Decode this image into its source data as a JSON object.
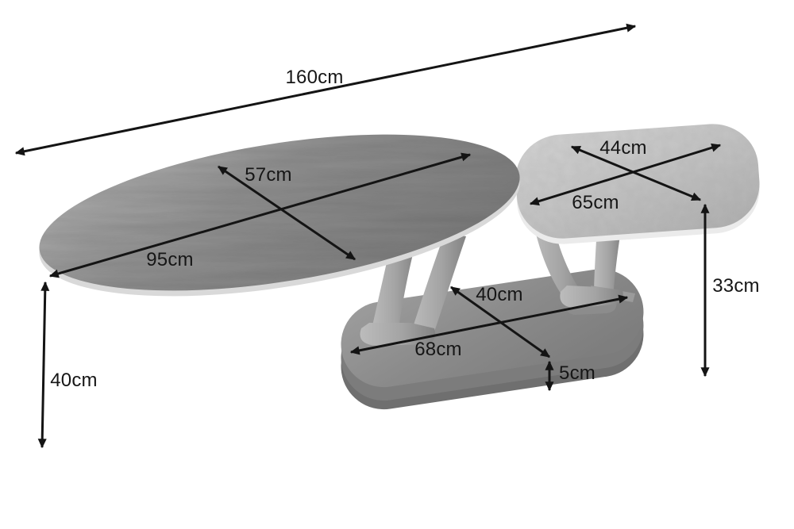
{
  "diagram": {
    "description": "dimension diagram of a two-top swivel coffee table on a shared oval base",
    "background_color": "#ffffff",
    "arrow_color": "#141414",
    "text_color": "#161616",
    "units": "cm",
    "dimensions": {
      "overall_length": "160cm",
      "large_top_depth": "57cm",
      "large_top_length": "95cm",
      "small_top_depth": "44cm",
      "small_top_length": "65cm",
      "small_top_height": "33cm",
      "base_depth": "40cm",
      "base_length": "68cm",
      "base_thickness": "5cm",
      "large_top_height": "40cm"
    },
    "part_colors": {
      "large_top": "#8d8d8d",
      "large_top_rim": "#d9d9d9",
      "small_top": "#c4c4c4",
      "small_top_rim": "#ebebeb",
      "base": "#898989",
      "legs": "#a5a5a5"
    }
  }
}
